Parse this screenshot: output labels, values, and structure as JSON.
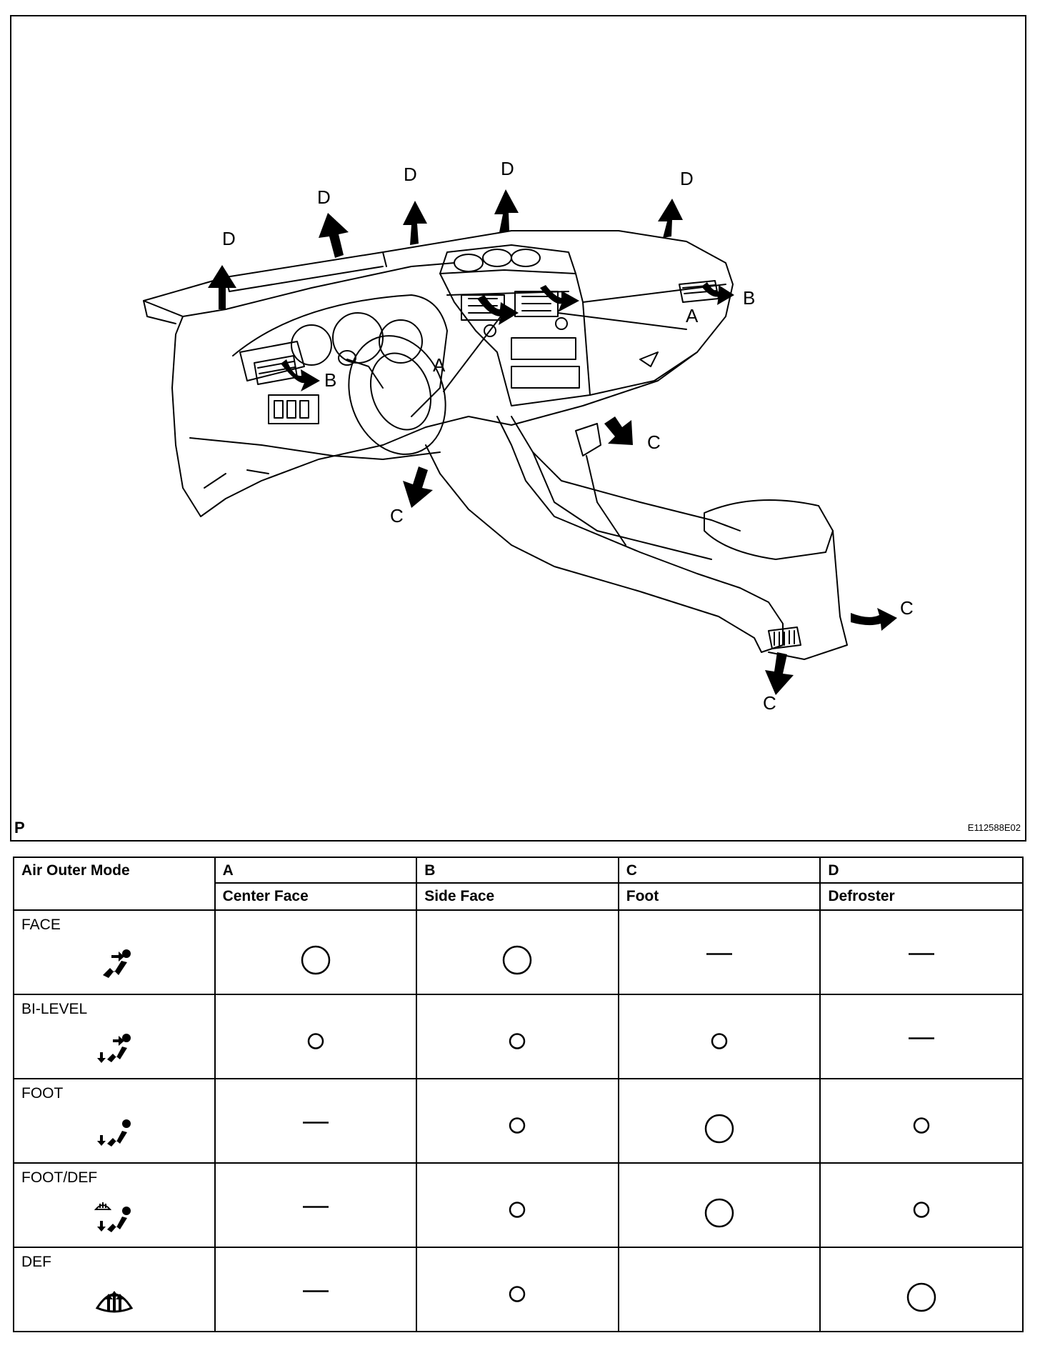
{
  "figure": {
    "corner_label": "P",
    "figure_id": "E112588E02",
    "callouts": [
      "A",
      "A",
      "B",
      "B",
      "C",
      "C",
      "C",
      "C",
      "D",
      "D",
      "D",
      "D",
      "D"
    ]
  },
  "table": {
    "header": {
      "mode_col": "Air Outer Mode",
      "cols": [
        {
          "letter": "A",
          "name": "Center Face"
        },
        {
          "letter": "B",
          "name": "Side Face"
        },
        {
          "letter": "C",
          "name": "Foot"
        },
        {
          "letter": "D",
          "name": "Defroster"
        }
      ]
    },
    "rows": [
      {
        "mode": "FACE",
        "icon": "face-mode-icon",
        "values": [
          "large-circle",
          "large-circle",
          "dash",
          "dash"
        ]
      },
      {
        "mode": "BI-LEVEL",
        "icon": "bi-level-mode-icon",
        "values": [
          "small-circle",
          "small-circle",
          "small-circle",
          "dash"
        ]
      },
      {
        "mode": "FOOT",
        "icon": "foot-mode-icon",
        "values": [
          "dash",
          "small-circle",
          "large-circle",
          "small-circle"
        ]
      },
      {
        "mode": "FOOT/DEF",
        "icon": "foot-def-mode-icon",
        "values": [
          "dash",
          "small-circle",
          "large-circle",
          "small-circle"
        ]
      },
      {
        "mode": "DEF",
        "icon": "def-mode-icon",
        "values": [
          "dash",
          "small-circle",
          "",
          "large-circle"
        ]
      }
    ]
  }
}
